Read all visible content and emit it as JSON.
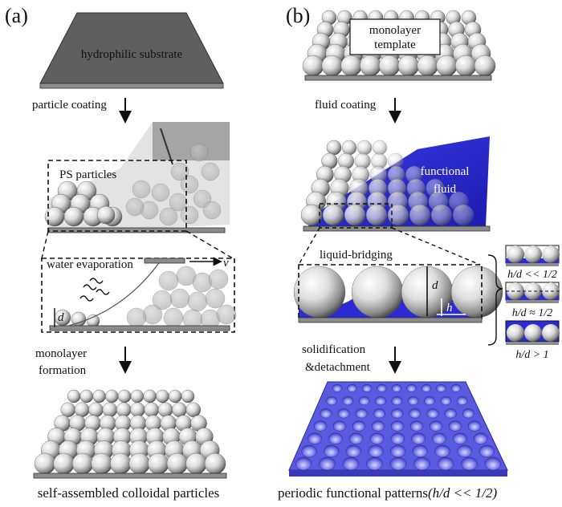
{
  "panel_a": {
    "label": "(a)",
    "substrate_label": "hydrophilic substrate",
    "step1": "particle coating",
    "ps_label": "PS particles",
    "evap_label": "water evaporation",
    "v_symbol": "v",
    "d_symbol": "d",
    "step2_line1": "monolayer",
    "step2_line2": "formation",
    "caption": "self-assembled colloidal particles"
  },
  "panel_b": {
    "label": "(b)",
    "template_line1": "monolayer",
    "template_line2": "template",
    "step1": "fluid coating",
    "fluid_line1": "functional",
    "fluid_line2": "fluid",
    "bridge_label": "liquid-bridging",
    "d_symbol": "d",
    "h_symbol": "h",
    "ratio1": "h/d << 1/2",
    "ratio2": "h/d ≈ 1/2",
    "ratio3": "h/d > 1",
    "step2_line1": "solidification",
    "step2_line2": "&detachment",
    "caption_main": "periodic functional patterns",
    "caption_paren": "(h/d << 1/2)"
  },
  "colors": {
    "substrate_dark": "#5f5f5f",
    "plate": "#8c8c8c",
    "fluid_blue": "#2b2bd6",
    "pattern_blue": "#5a5ae0"
  }
}
